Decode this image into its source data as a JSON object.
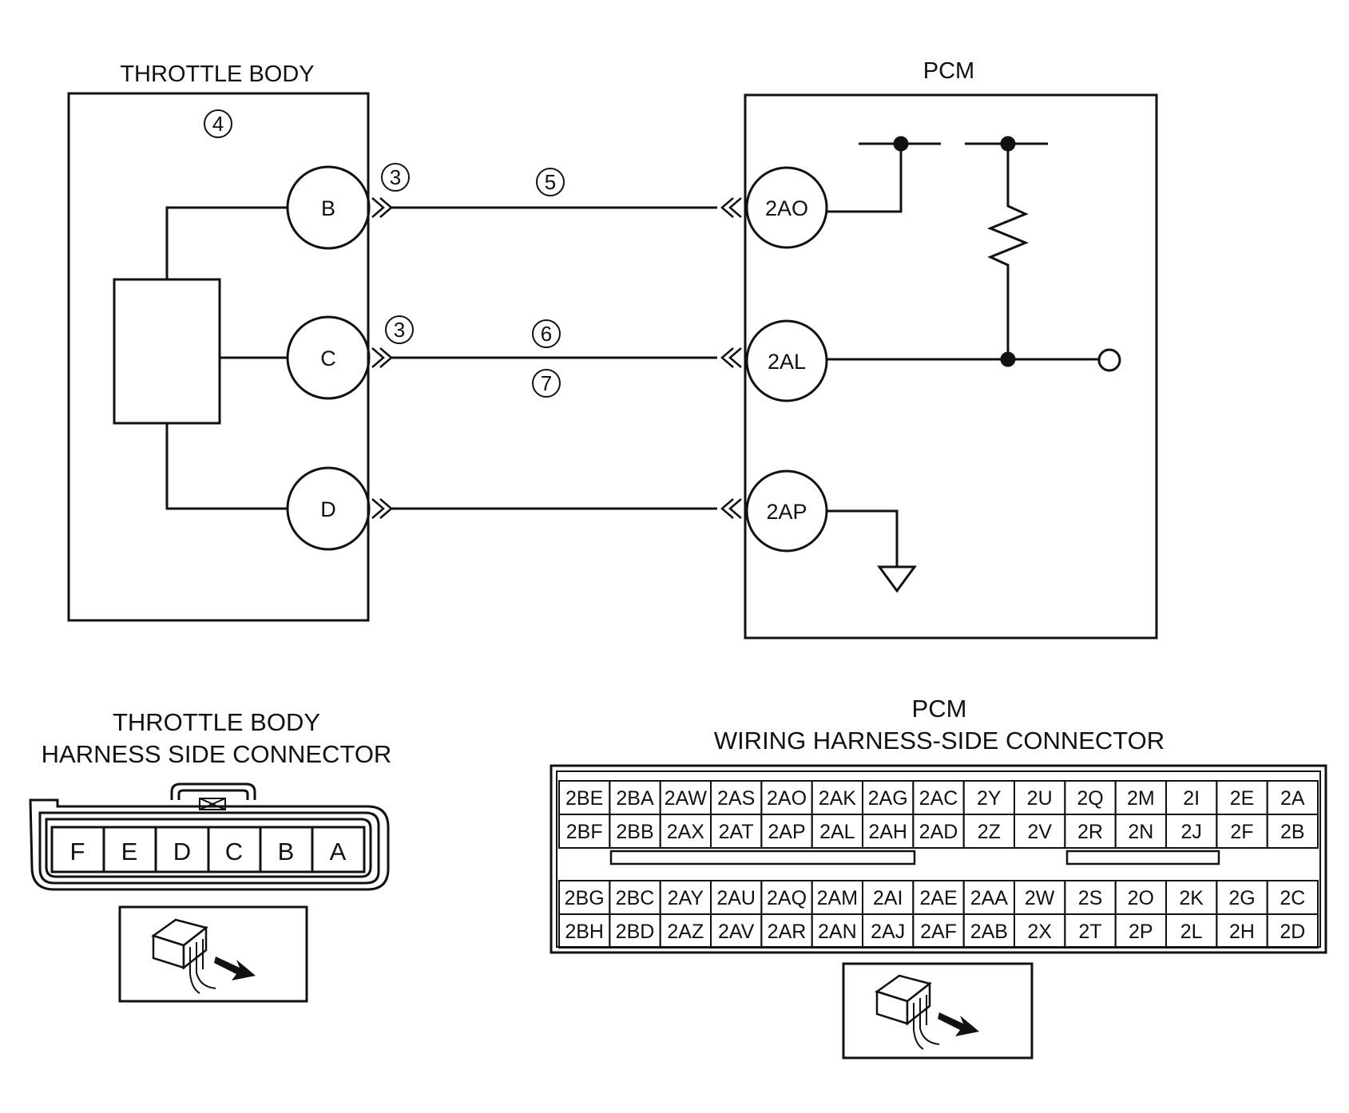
{
  "wiring": {
    "throttle_body_title": "THROTTLE BODY",
    "pcm_title": "PCM",
    "throttle_body_ref": "4",
    "throttle_pins": [
      "B",
      "C",
      "D"
    ],
    "pcm_pins": [
      "2AO",
      "2AL",
      "2AP"
    ],
    "connector_refs": [
      "3",
      "3"
    ],
    "wire_refs": [
      "5",
      "6",
      "7"
    ]
  },
  "throttle_connector": {
    "title_line1": "THROTTLE BODY",
    "title_line2": "HARNESS SIDE CONNECTOR",
    "pins": [
      "F",
      "E",
      "D",
      "C",
      "B",
      "A"
    ]
  },
  "pcm_connector": {
    "title_line1": "PCM",
    "title_line2": "WIRING HARNESS-SIDE CONNECTOR",
    "rows": [
      [
        "2BE",
        "2BA",
        "2AW",
        "2AS",
        "2AO",
        "2AK",
        "2AG",
        "2AC",
        "2Y",
        "2U",
        "2Q",
        "2M",
        "2I",
        "2E",
        "2A"
      ],
      [
        "2BF",
        "2BB",
        "2AX",
        "2AT",
        "2AP",
        "2AL",
        "2AH",
        "2AD",
        "2Z",
        "2V",
        "2R",
        "2N",
        "2J",
        "2F",
        "2B"
      ],
      [
        "2BG",
        "2BC",
        "2AY",
        "2AU",
        "2AQ",
        "2AM",
        "2AI",
        "2AE",
        "2AA",
        "2W",
        "2S",
        "2O",
        "2K",
        "2G",
        "2C"
      ],
      [
        "2BH",
        "2BD",
        "2AZ",
        "2AV",
        "2AR",
        "2AN",
        "2AJ",
        "2AF",
        "2AB",
        "2X",
        "2T",
        "2P",
        "2L",
        "2H",
        "2D"
      ]
    ]
  },
  "colors": {
    "ink": "#111111",
    "paper": "#ffffff"
  }
}
